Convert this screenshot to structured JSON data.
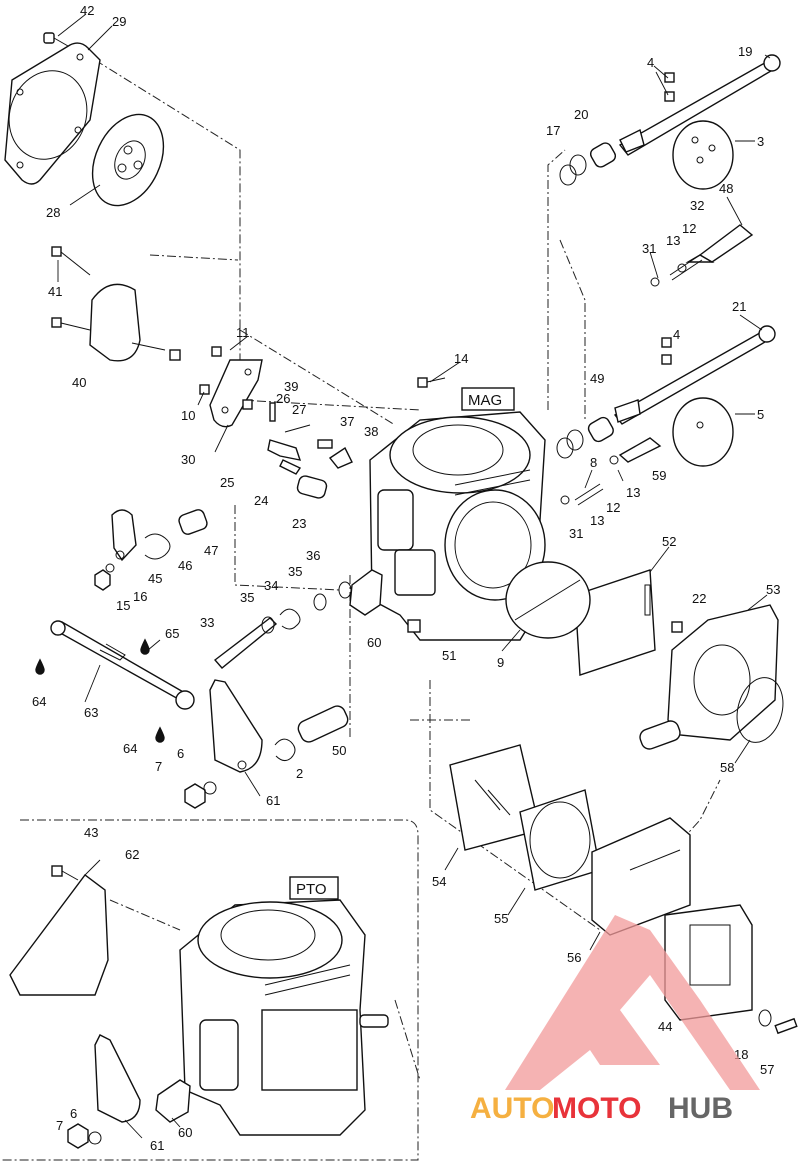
{
  "diagram": {
    "section_labels": {
      "mag": "MAG",
      "pto": "PTO"
    },
    "callouts": [
      {
        "id": "c42",
        "text": "42"
      },
      {
        "id": "c29",
        "text": "29"
      },
      {
        "id": "c28",
        "text": "28"
      },
      {
        "id": "c41",
        "text": "41"
      },
      {
        "id": "c40",
        "text": "40"
      },
      {
        "id": "c11",
        "text": "11"
      },
      {
        "id": "c10",
        "text": "10"
      },
      {
        "id": "c30",
        "text": "30"
      },
      {
        "id": "c39",
        "text": "39"
      },
      {
        "id": "c26",
        "text": "26"
      },
      {
        "id": "c27",
        "text": "27"
      },
      {
        "id": "c37",
        "text": "37"
      },
      {
        "id": "c38",
        "text": "38"
      },
      {
        "id": "c25",
        "text": "25"
      },
      {
        "id": "c24",
        "text": "24"
      },
      {
        "id": "c23",
        "text": "23"
      },
      {
        "id": "c14",
        "text": "14"
      },
      {
        "id": "c19",
        "text": "19"
      },
      {
        "id": "c4a",
        "text": "4"
      },
      {
        "id": "c17",
        "text": "17"
      },
      {
        "id": "c20",
        "text": "20"
      },
      {
        "id": "c3",
        "text": "3"
      },
      {
        "id": "c48",
        "text": "48"
      },
      {
        "id": "c32",
        "text": "32"
      },
      {
        "id": "c12a",
        "text": "12"
      },
      {
        "id": "c13a",
        "text": "13"
      },
      {
        "id": "c31a",
        "text": "31"
      },
      {
        "id": "c21",
        "text": "21"
      },
      {
        "id": "c4b",
        "text": "4"
      },
      {
        "id": "c49",
        "text": "49"
      },
      {
        "id": "c5",
        "text": "5"
      },
      {
        "id": "c8",
        "text": "8"
      },
      {
        "id": "c59",
        "text": "59"
      },
      {
        "id": "c13b",
        "text": "13"
      },
      {
        "id": "c13c",
        "text": "13"
      },
      {
        "id": "c12b",
        "text": "12"
      },
      {
        "id": "c31b",
        "text": "31"
      },
      {
        "id": "c52",
        "text": "52"
      },
      {
        "id": "c22",
        "text": "22"
      },
      {
        "id": "c53",
        "text": "53"
      },
      {
        "id": "c9",
        "text": "9"
      },
      {
        "id": "c51",
        "text": "51"
      },
      {
        "id": "c58",
        "text": "58"
      },
      {
        "id": "c47",
        "text": "47"
      },
      {
        "id": "c46",
        "text": "46"
      },
      {
        "id": "c45",
        "text": "45"
      },
      {
        "id": "c16",
        "text": "16"
      },
      {
        "id": "c15",
        "text": "15"
      },
      {
        "id": "c36",
        "text": "36"
      },
      {
        "id": "c35a",
        "text": "35"
      },
      {
        "id": "c34",
        "text": "34"
      },
      {
        "id": "c35b",
        "text": "35"
      },
      {
        "id": "c60a",
        "text": "60"
      },
      {
        "id": "c33",
        "text": "33"
      },
      {
        "id": "c65",
        "text": "65"
      },
      {
        "id": "c64a",
        "text": "64"
      },
      {
        "id": "c63",
        "text": "63"
      },
      {
        "id": "c64b",
        "text": "64"
      },
      {
        "id": "c6a",
        "text": "6"
      },
      {
        "id": "c7a",
        "text": "7"
      },
      {
        "id": "c61a",
        "text": "61"
      },
      {
        "id": "c2",
        "text": "2"
      },
      {
        "id": "c50",
        "text": "50"
      },
      {
        "id": "c54",
        "text": "54"
      },
      {
        "id": "c55",
        "text": "55"
      },
      {
        "id": "c56",
        "text": "56"
      },
      {
        "id": "c44",
        "text": "44"
      },
      {
        "id": "c18",
        "text": "18"
      },
      {
        "id": "c57",
        "text": "57"
      },
      {
        "id": "c43",
        "text": "43"
      },
      {
        "id": "c62",
        "text": "62"
      },
      {
        "id": "c7b",
        "text": "7"
      },
      {
        "id": "c6b",
        "text": "6"
      },
      {
        "id": "c61b",
        "text": "61"
      },
      {
        "id": "c60b",
        "text": "60"
      }
    ]
  },
  "watermark": {
    "part1": "AUTO",
    "part2": "MOTO",
    "part3": "HUB",
    "colors": {
      "orange": "#f5b041",
      "red": "#e8333a",
      "triangle": "#f29a9a"
    }
  }
}
